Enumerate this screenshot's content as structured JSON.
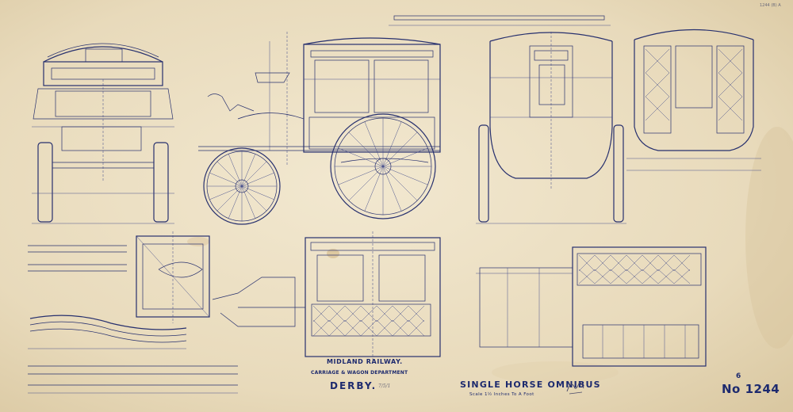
{
  "drawing": {
    "company": "MIDLAND RAILWAY.",
    "department": "CARRIAGE & WAGON DEPARTMENT",
    "place": "DERBY.",
    "place_pencil_note": "7/5/1",
    "title": "SINGLE HORSE OMNIBUS",
    "scale": "Scale 1½ Inches To A Foot",
    "number_prefix": "6",
    "number": "No 1244",
    "reference_note": "1244 (B) A"
  },
  "colors": {
    "paper": "#ece0c6",
    "ink": "#27306e"
  }
}
